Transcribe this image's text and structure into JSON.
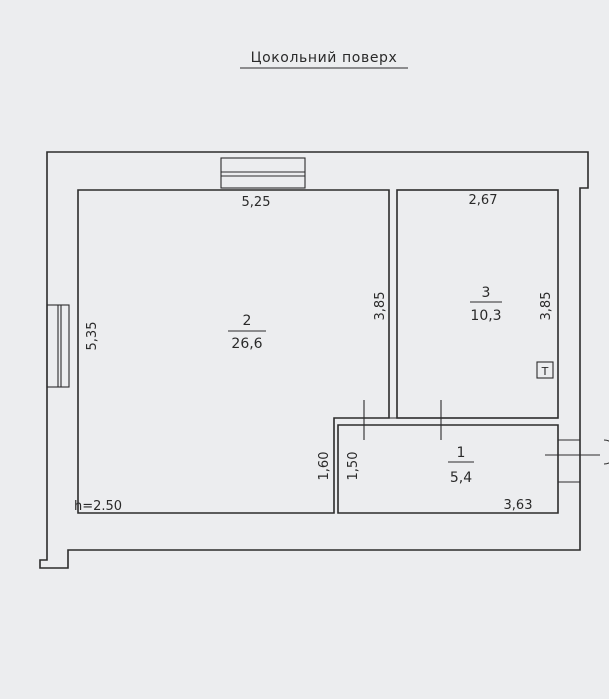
{
  "title": "Цокольний поверх",
  "height_label": "h=2.50",
  "rooms": [
    {
      "number": "2",
      "area": "26,6"
    },
    {
      "number": "3",
      "area": "10,3"
    },
    {
      "number": "1",
      "area": "5,4"
    }
  ],
  "dimensions": {
    "room2_width": "5,25",
    "room2_height": "5,35",
    "room2_inner_height": "3,85",
    "room2_step": "1,60",
    "room3_width": "2,67",
    "room3_height": "3,85",
    "room1_width": "3,63",
    "room1_height": "1,50"
  },
  "symbols": {
    "room3_marker": "T"
  }
}
